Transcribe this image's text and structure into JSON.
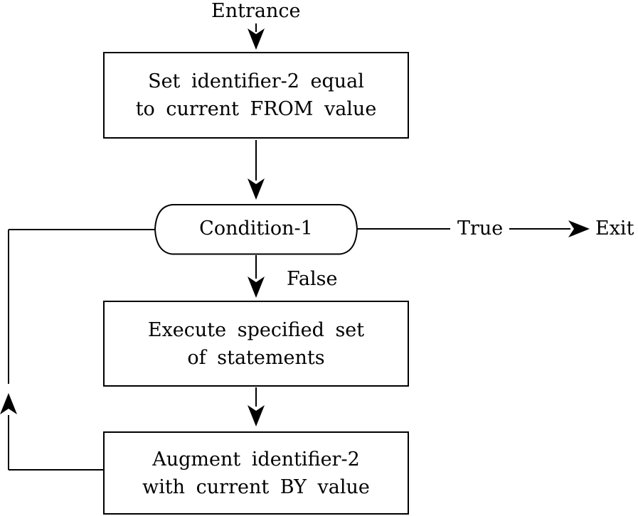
{
  "diagram": {
    "type": "flowchart",
    "labels": {
      "entrance": "Entrance",
      "true_branch": "True",
      "false_branch": "False",
      "exit": "Exit"
    },
    "nodes": {
      "set_identifier": {
        "line1": "Set identifier-2 equal",
        "line2": "to current FROM value"
      },
      "condition": {
        "label": "Condition-1"
      },
      "execute": {
        "line1": "Execute specified set",
        "line2": "of statements"
      },
      "augment": {
        "line1": "Augment identifier-2",
        "line2": "with current BY value"
      }
    },
    "colors": {
      "line": "#000000",
      "background": "#ffffff",
      "text": "#000000"
    }
  }
}
